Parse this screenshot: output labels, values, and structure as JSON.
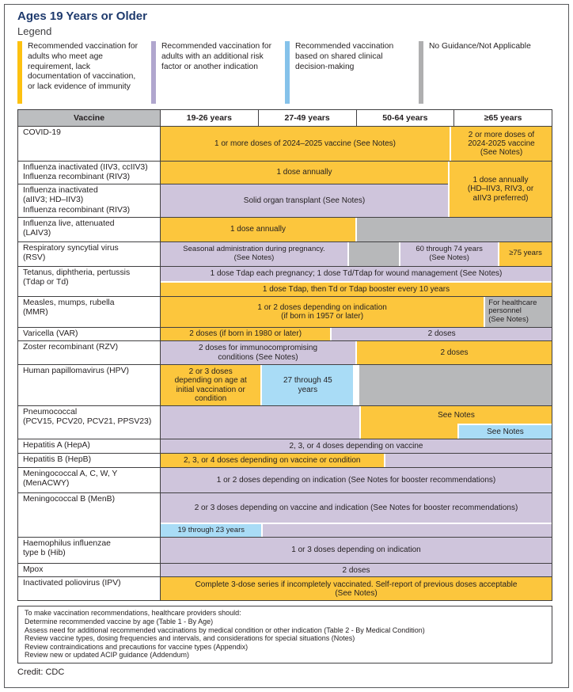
{
  "title": "Ages 19 Years or Older",
  "legend_label": "Legend",
  "legend": {
    "items": [
      {
        "name": "age-based",
        "color": "#FDC110",
        "text": "Recommended vaccination for adults who meet age requirement, lack documentation of vaccination, or lack evidence of immunity"
      },
      {
        "name": "risk-based",
        "color": "#B0A6CE",
        "text": "Recommended vaccination for adults with an additional risk factor or another indication"
      },
      {
        "name": "shared-decision",
        "color": "#85C2EA",
        "text": "Recommended vaccination based on shared clinical decision-making"
      },
      {
        "name": "no-guidance",
        "color": "#AFAFB0",
        "text": "No Guidance/Not Applicable"
      }
    ]
  },
  "colors": {
    "cell_yellow": "#FCC63D",
    "cell_purple": "#CFC5DC",
    "cell_blue": "#A9DCF6",
    "cell_gray": "#B7B8BA",
    "header_bg": "#BCBEC0",
    "title_navy": "#1E3A6D",
    "border": "#414042"
  },
  "table": {
    "header": {
      "vaccine": "Vaccine",
      "cols": [
        "19-26 years",
        "27-49 years",
        "50-64 years",
        "≥65 years"
      ]
    },
    "rows": {
      "covid": {
        "label": "COVID-19",
        "main": "1 or more doses of 2024–2025 vaccine (See Notes)",
        "age65": "2 or more doses of\n2024-2025 vaccine\n(See Notes)"
      },
      "flu_iiv": {
        "label": "Influenza inactivated (IIV3, ccIIV3)\nInfluenza recombinant (RIV3)",
        "main": "1 dose annually"
      },
      "flu_aiiv": {
        "label": "Influenza inactivated\n(aIIV3; HD–IIV3)\nInfluenza recombinant (RIV3)",
        "main": "Solid organ transplant (See Notes)"
      },
      "flu_age65": "1 dose annually\n(HD–IIV3, RIV3, or\naIIV3 preferred)",
      "laiv": {
        "label": "Influenza live, attenuated\n(LAIV3)",
        "main": "1 dose annually"
      },
      "rsv": {
        "label": "Respiratory syncytial virus\n(RSV)",
        "pregnancy": "Seasonal administration during pregnancy.\n(See Notes)",
        "age60_74": "60 through 74 years\n(See Notes)",
        "age75": "≥75 years"
      },
      "tdap": {
        "label": "Tetanus, diphtheria, pertussis\n(Tdap or Td)",
        "row1": "1 dose Tdap each pregnancy; 1 dose Td/Tdap for wound management (See Notes)",
        "row2": "1 dose Tdap, then Td or Tdap booster every 10 years"
      },
      "mmr": {
        "label": "Measles, mumps, rubella\n(MMR)",
        "main": "1 or 2 doses depending on indication\n(if born in 1957 or later)",
        "personnel": "For healthcare\npersonnel\n(See Notes)"
      },
      "var": {
        "label": "Varicella (VAR)",
        "c1": "2 doses (if born in 1980 or later)",
        "c2": "2 doses"
      },
      "rzv": {
        "label": "Zoster recombinant (RZV)",
        "c1": "2 doses for immunocompromising\nconditions (See Notes)",
        "c2": "2 doses"
      },
      "hpv": {
        "label": "Human papillomavirus (HPV)",
        "c1": "2 or 3 doses\ndepending on age at\ninitial vaccination or\ncondition",
        "c2": "27 through 45\nyears"
      },
      "pneumo": {
        "label": "Pneumococcal\n(PCV15, PCV20, PCV21, PPSV23)",
        "see_notes_top": "See Notes",
        "see_notes_blue": "See Notes"
      },
      "hepa": {
        "label": "Hepatitis A (HepA)",
        "main": "2, 3, or 4 doses depending on vaccine"
      },
      "hepb": {
        "label": "Hepatitis B (HepB)",
        "main": "2, 3, or 4 doses depending on vaccine or condition"
      },
      "menacwy": {
        "label": "Meningococcal A, C, W, Y\n(MenACWY)",
        "main": "1 or 2 doses depending on indication (See Notes for booster recommendations)"
      },
      "menb": {
        "label": "Meningococcal B (MenB)",
        "main": "2 or 3 doses depending on vaccine and indication (See Notes for booster recommendations)",
        "age19_23": "19 through 23 years"
      },
      "hib": {
        "label": "Haemophilus influenzae\ntype b (Hib)",
        "main": "1 or 3 doses depending on indication"
      },
      "mpox": {
        "label": "Mpox",
        "main": "2 doses"
      },
      "ipv": {
        "label": "Inactivated poliovirus (IPV)",
        "main": "Complete 3-dose series if incompletely vaccinated. Self-report of previous doses acceptable\n(See Notes)"
      }
    }
  },
  "footer": {
    "lines": [
      "To make vaccination recommendations, healthcare providers should:",
      "Determine recommended vaccine by age (Table 1 - By Age)",
      "Assess need for additional recommended vaccinations by medical condition or other indication (Table 2 - By Medical Condition)",
      "Review vaccine types, dosing frequencies and intervals, and considerations for special situations (Notes)",
      "Review contraindications and precautions for vaccine types (Appendix)",
      "Review new or updated ACIP guidance (Addendum)"
    ]
  },
  "credit": "Credit: CDC"
}
